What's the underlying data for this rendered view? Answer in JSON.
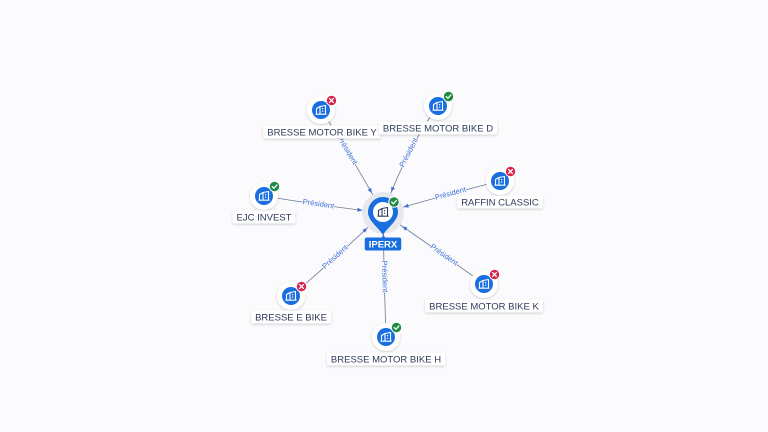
{
  "center": {
    "label": "IPERX",
    "status": "active"
  },
  "edge_label": "Président",
  "nodes": [
    {
      "label": "BRESSE MOTOR BIKE Y",
      "status": "inactive"
    },
    {
      "label": "BRESSE MOTOR BIKE D",
      "status": "active"
    },
    {
      "label": "RAFFIN CLASSIC",
      "status": "inactive"
    },
    {
      "label": "EJC INVEST",
      "status": "active"
    },
    {
      "label": "BRESSE MOTOR BIKE K",
      "status": "inactive"
    },
    {
      "label": "BRESSE E BIKE",
      "status": "inactive"
    },
    {
      "label": "BRESSE MOTOR BIKE H",
      "status": "active"
    }
  ],
  "icons": {
    "company": "company-building-icon",
    "active": "check-badge-icon",
    "inactive": "cross-badge-icon"
  },
  "colors": {
    "primary": "#1a6fe0",
    "active_badge": "#1e8a44",
    "inactive_badge": "#d8244d",
    "edge": "#6c7a96",
    "edge_label": "#3f6fd8",
    "node_label_text": "#2e3a59"
  }
}
